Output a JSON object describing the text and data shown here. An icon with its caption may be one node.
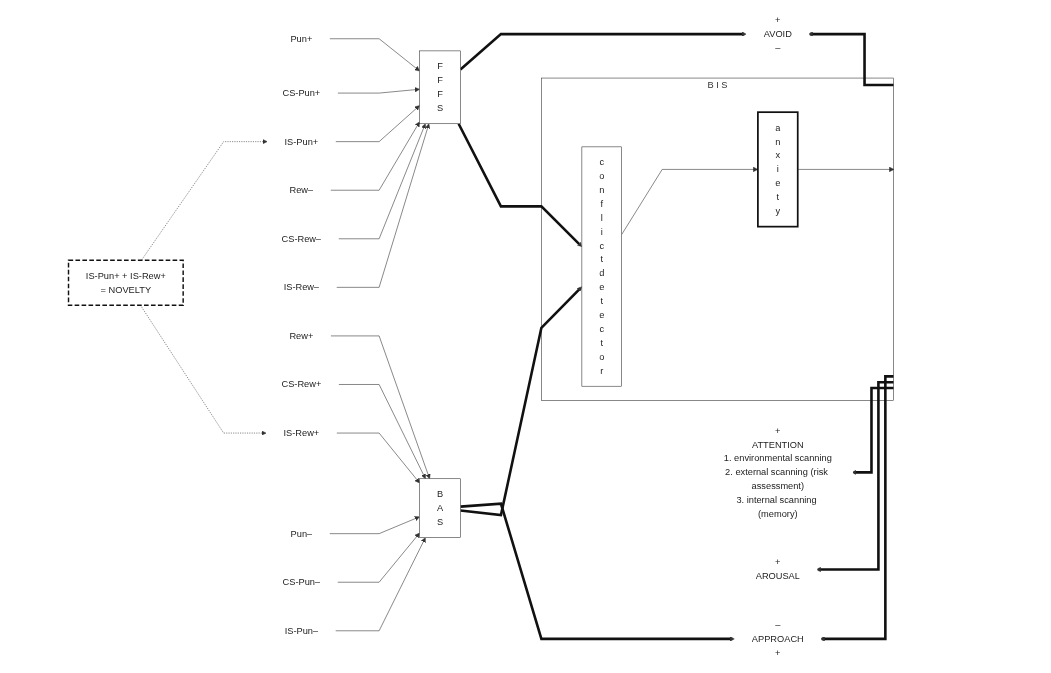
{
  "diagram": {
    "nodes": [
      {
        "text": [
          "Pun+"
        ]
      },
      {
        "text": [
          "CS-Pun+"
        ]
      },
      {
        "text": [
          "IS-Pun+"
        ]
      },
      {
        "text": [
          "Rew–"
        ]
      },
      {
        "text": [
          "CS-Rew–"
        ]
      },
      {
        "text": [
          "IS-Rew–"
        ]
      },
      {
        "text": [
          "F F F S"
        ]
      },
      {
        "text": [
          "IS-Pun+ + IS-Rew+",
          "= NOVELTY"
        ]
      },
      {
        "text": [
          "Rew+"
        ]
      },
      {
        "text": [
          "CS-Rew+"
        ]
      },
      {
        "text": [
          "IS-Rew+"
        ]
      },
      {
        "text": [
          "Pun–"
        ]
      },
      {
        "text": [
          "CS-Pun–"
        ]
      },
      {
        "text": [
          "IS-Pun–"
        ]
      },
      {
        "text": [
          "B A S"
        ]
      },
      {
        "text": [
          "B I S"
        ]
      },
      {
        "text": [
          "c o n f l i c t",
          "d e t e c t o r"
        ],
        "in": 15
      },
      {
        "text": [
          "a n x i e t y"
        ],
        "in": 15
      },
      {
        "text": [
          "+",
          "AVOID",
          "–"
        ]
      },
      {
        "text": [
          "+",
          "ATTENTION",
          "1. environmental scanning",
          "2. external scanning (risk assessment)",
          "3. internal scanning (memory)"
        ]
      },
      {
        "text": [
          "+",
          "AROUSAL"
        ]
      },
      {
        "text": [
          "–",
          "APPROACH",
          "+"
        ]
      }
    ],
    "edges": [
      {
        "from": 0,
        "to": 6,
        "arrow": "to"
      },
      {
        "from": 1,
        "to": 6,
        "arrow": "to"
      },
      {
        "from": 2,
        "to": 6,
        "arrow": "to"
      },
      {
        "from": 3,
        "to": 6,
        "arrow": "to"
      },
      {
        "from": 4,
        "to": 6,
        "arrow": "to"
      },
      {
        "from": 5,
        "to": 6,
        "arrow": "to"
      },
      {
        "from": 7,
        "to": 2,
        "arrow": "to",
        "style": "dashed"
      },
      {
        "from": 7,
        "to": 10,
        "arrow": "to",
        "style": "dashed"
      },
      {
        "from": 8,
        "to": 14,
        "arrow": "to"
      },
      {
        "from": 9,
        "to": 14,
        "arrow": "to"
      },
      {
        "from": 10,
        "to": 14,
        "arrow": "to"
      },
      {
        "from": 11,
        "to": 14,
        "arrow": "to"
      },
      {
        "from": 12,
        "to": 14,
        "arrow": "to"
      },
      {
        "from": 13,
        "to": 14,
        "arrow": "to"
      },
      {
        "from": 6,
        "to": 18,
        "arrow": "to",
        "style": "thick"
      },
      {
        "from": 6,
        "to": 16,
        "arrow": "to",
        "style": "thick"
      },
      {
        "from": 14,
        "to": 21,
        "arrow": "to",
        "style": "thick"
      },
      {
        "from": 14,
        "to": 16,
        "arrow": "to",
        "style": "thick"
      },
      {
        "from": 16,
        "to": 17,
        "arrow": "to"
      },
      {
        "from": 17,
        "to": null,
        "arrow": "to"
      },
      {
        "from": 15,
        "to": 18,
        "arrow": "to",
        "style": "thick"
      },
      {
        "from": 15,
        "to": 19,
        "arrow": "to",
        "style": "thick"
      },
      {
        "from": 15,
        "to": 20,
        "arrow": "to",
        "style": "thick"
      },
      {
        "from": 15,
        "to": 21,
        "arrow": "to",
        "style": "thick"
      }
    ]
  }
}
